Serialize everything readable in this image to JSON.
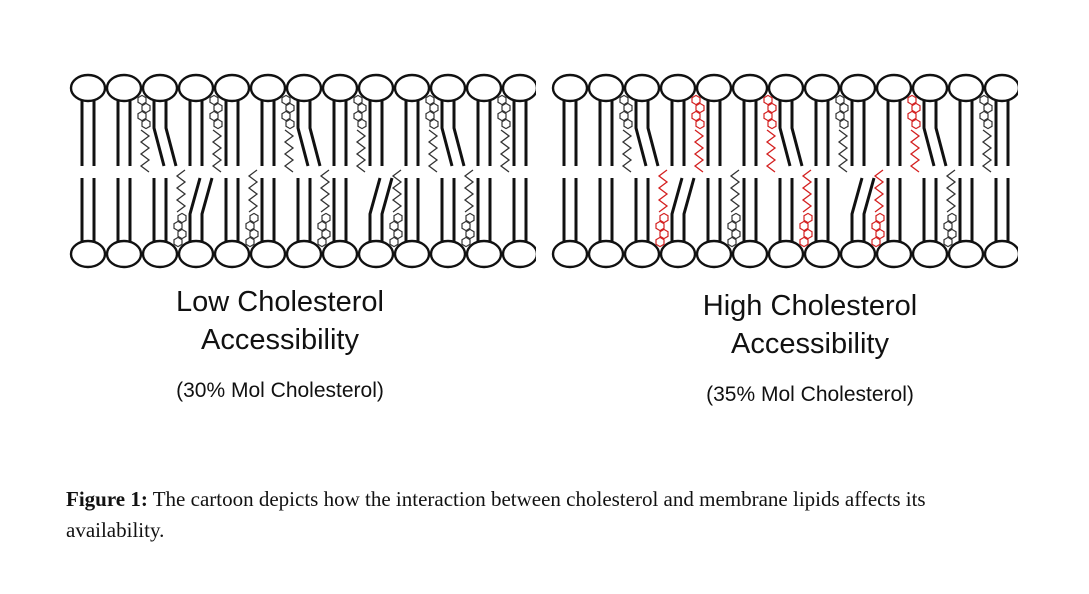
{
  "panels": [
    {
      "id": "low",
      "title_line1": "Low Cholesterol",
      "title_line2": "Accessibility",
      "subtitle": "(30% Mol Cholesterol)",
      "accessible_cholesterol_count": 0
    },
    {
      "id": "high",
      "title_line1": "High Cholesterol",
      "title_line2": "Accessibility",
      "subtitle": "(35% Mol Cholesterol)",
      "accessible_cholesterol_count": 6
    }
  ],
  "caption": {
    "label": "Figure 1:",
    "text": " The cartoon depicts how the interaction between cholesterol and membrane lipids affects its availability."
  },
  "colors": {
    "lipid_outline": "#111111",
    "cholesterol": "#333333",
    "accessible_cholesterol": "#d42020",
    "background": "#ffffff"
  }
}
